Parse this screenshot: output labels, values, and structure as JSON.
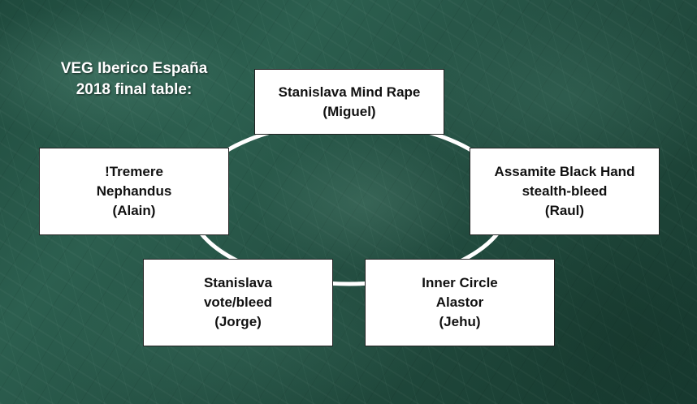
{
  "title": {
    "line1": "VEG Iberico España",
    "line2": "2018 final table:"
  },
  "players": [
    {
      "lines": [
        "Stanislava  Mind Rape",
        "(Miguel)"
      ]
    },
    {
      "lines": [
        "Assamite  Black Hand",
        "stealth-bleed",
        "(Raul)"
      ]
    },
    {
      "lines": [
        "Inner Circle",
        "Alastor",
        "(Jehu)"
      ]
    },
    {
      "lines": [
        "Stanislava",
        "vote/bleed",
        "(Jorge)"
      ]
    },
    {
      "lines": [
        "!Tremere",
        "Nephandus",
        "(Alain)"
      ]
    }
  ]
}
